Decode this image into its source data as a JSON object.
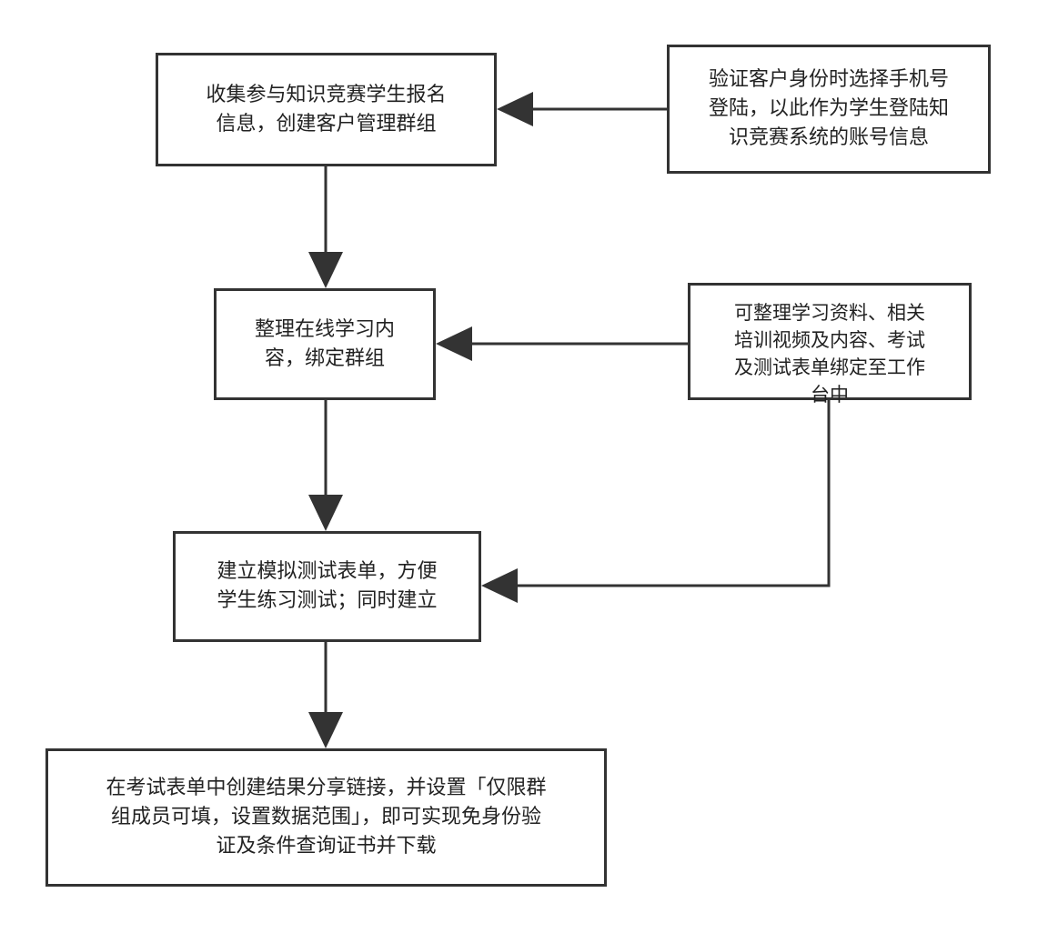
{
  "colors": {
    "border": "#333333",
    "text": "#222222",
    "arrow": "#333333",
    "background": "#ffffff"
  },
  "nodes": {
    "collect": {
      "lines": [
        "收集参与知识竞赛学生报名",
        "信息，创建客户管理群组"
      ]
    },
    "verify": {
      "lines": [
        "验证客户身份时选择手机号",
        "登陆，以此作为学生登陆知",
        "识竞赛系统的账号信息"
      ]
    },
    "organize": {
      "lines": [
        "整理在线学习内",
        "容，绑定群组"
      ]
    },
    "materials": {
      "lines": [
        "可整理学习资料、相关",
        "培训视频及内容、考试",
        "及测试表单绑定至工作",
        "台中"
      ]
    },
    "mock": {
      "lines": [
        "建立模拟测试表单，方便",
        "学生练习测试；同时建立"
      ]
    },
    "share": {
      "lines": [
        "在考试表单中创建结果分享链接，并设置「仅限群",
        "组成员可填，设置数据范围」，即可实现免身份验",
        "证及条件查询证书并下载"
      ]
    }
  },
  "edges": [
    {
      "from": "verify",
      "to": "collect"
    },
    {
      "from": "collect",
      "to": "organize"
    },
    {
      "from": "materials",
      "to": "organize"
    },
    {
      "from": "organize",
      "to": "mock"
    },
    {
      "from": "materials",
      "to": "mock"
    },
    {
      "from": "mock",
      "to": "share"
    }
  ]
}
